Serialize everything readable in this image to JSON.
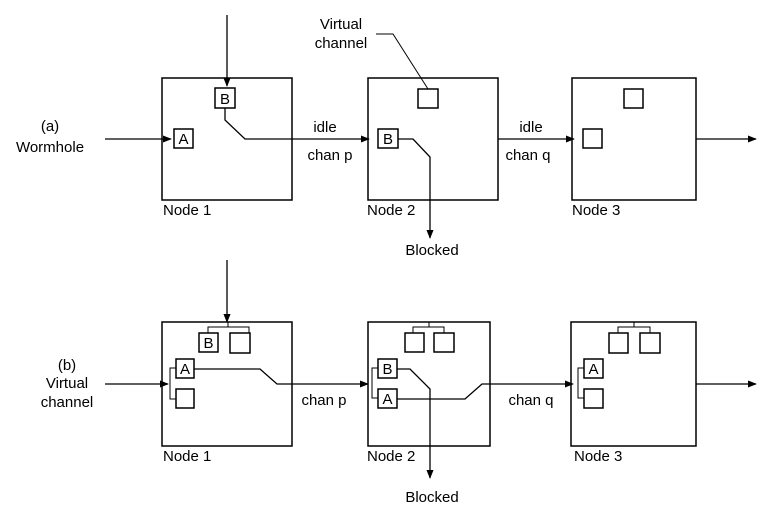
{
  "part_a": {
    "label": "(a)",
    "name": "Wormhole",
    "nodes": [
      "Node 1",
      "Node 2",
      "Node 3"
    ],
    "links": [
      {
        "top": "idle",
        "bottom": "chan  p"
      },
      {
        "top": "idle",
        "bottom": "chan q"
      }
    ],
    "vc_callout": [
      "Virtual",
      "channel"
    ],
    "blocked": "Blocked",
    "buffers": {
      "a": "A",
      "b": "B"
    }
  },
  "part_b": {
    "label": "(b)",
    "name_lines": [
      "Virtual",
      "channel"
    ],
    "nodes": [
      "Node 1",
      "Node 2",
      "Node 3"
    ],
    "links": [
      {
        "bottom": "chan p"
      },
      {
        "bottom": "chan q"
      }
    ],
    "blocked": "Blocked",
    "buffers": {
      "a": "A",
      "b": "B"
    }
  }
}
